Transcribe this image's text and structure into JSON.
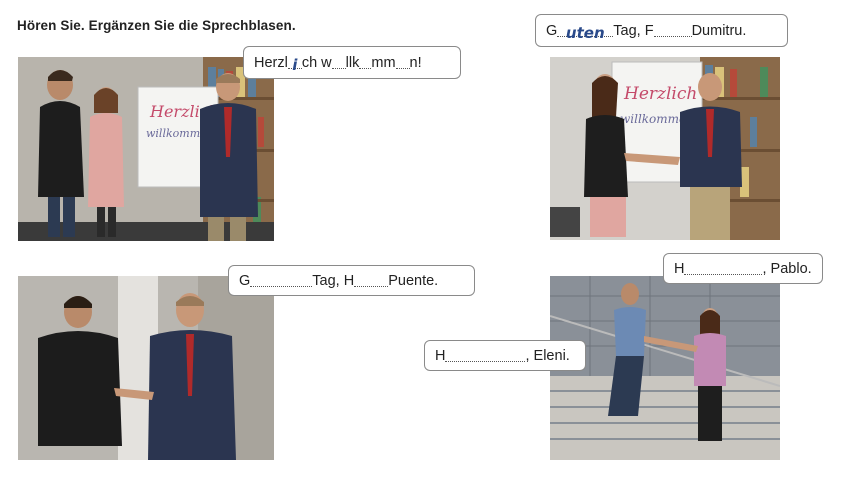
{
  "instruction": "Hören Sie. Ergänzen Sie die Sprechblasen.",
  "board_text": {
    "line1": "Herzlich",
    "line2": "willkommen!"
  },
  "bubbles": {
    "b1": {
      "t1": "Herzl",
      "filled": "i",
      "t2": "ch w",
      "t3": "llk",
      "t4": "mm",
      "t5": "n!"
    },
    "b2": {
      "t1": "G",
      "filled": "uten",
      "t2": " Tag, F",
      "t3": " Dumitru."
    },
    "b3": {
      "t1": "G",
      "t2": " Tag, H",
      "t3": " Puente."
    },
    "b4": {
      "t1": "H",
      "t2": ", Pablo."
    },
    "b5": {
      "t1": "H",
      "t2": ", Eleni."
    }
  },
  "colors": {
    "handwriting": "#2a4a8a",
    "bubble_border": "#8a8a8a"
  }
}
